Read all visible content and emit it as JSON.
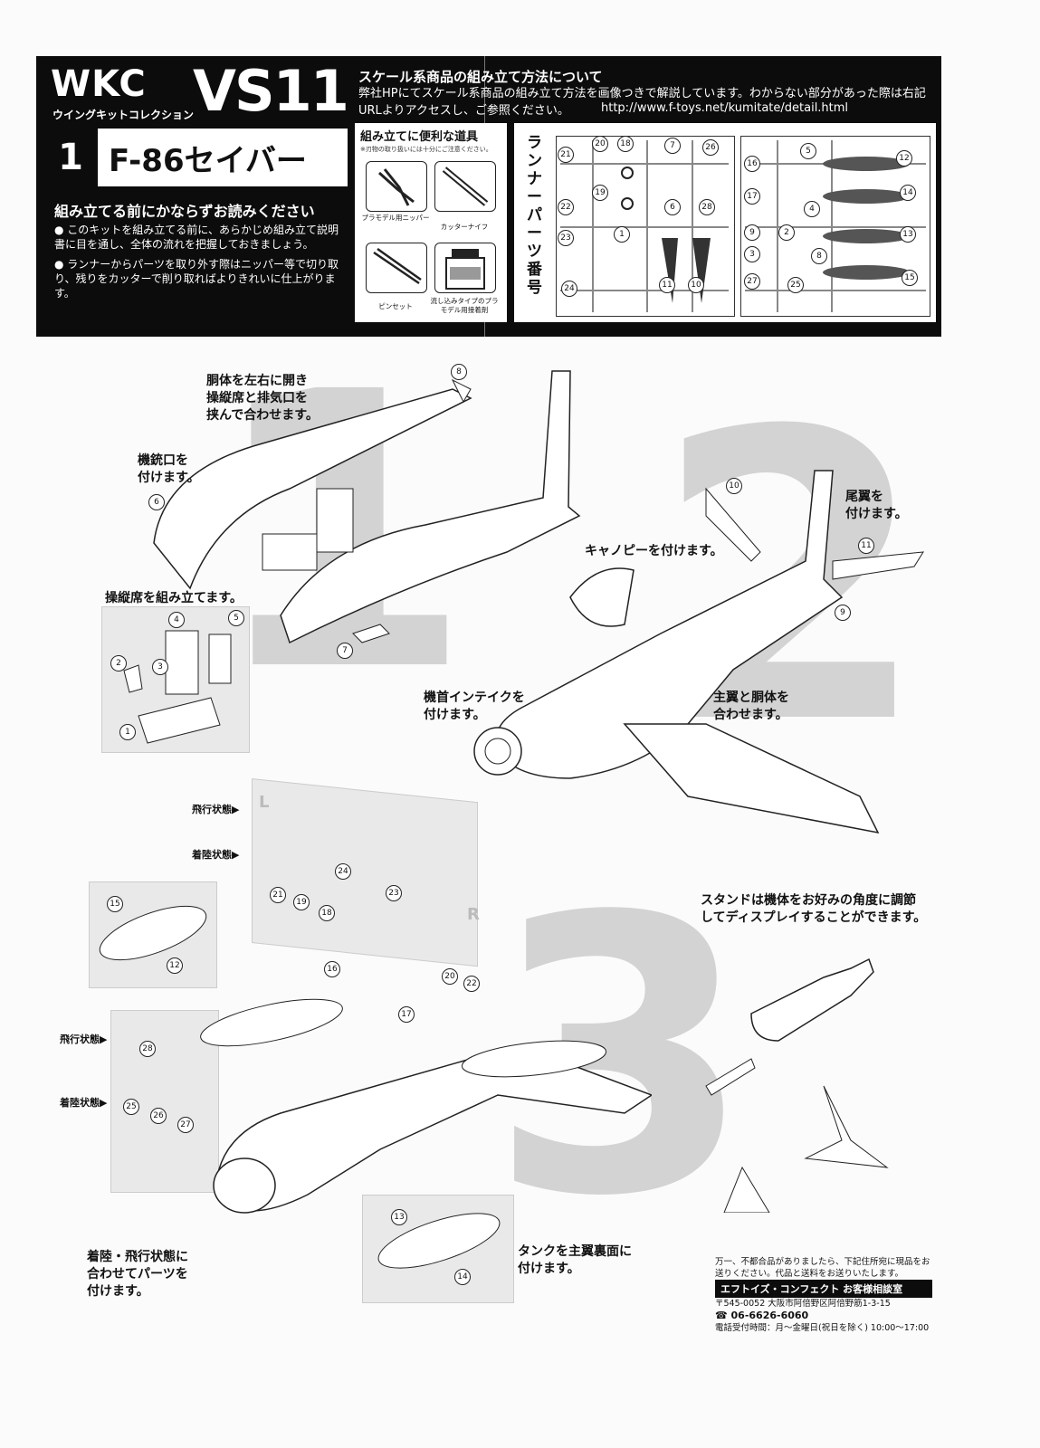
{
  "header": {
    "logo_wkc": "WKC",
    "logo_sub": "ウイングキットコレクション",
    "logo_vs": "VS11",
    "number": "1",
    "product_name": "F-86セイバー",
    "read_first_title": "組み立てる前にかならずお読みください",
    "read_first_items": [
      "このキットを組み立てる前に、あらかじめ組み立て説明書に目を通し、全体の流れを把握しておきましょう。",
      "ランナーからパーツを取り外す際はニッパー等で切り取り、残りをカッターで削り取ればよりきれいに仕上がります。"
    ],
    "scale_title": "スケール系商品の組み立て方法について",
    "scale_text": "弊社HPにてスケール系商品の組み立て方法を画像つきで解説しています。わからない部分があった際は右記URLよりアクセスし、ご参照ください。",
    "url": "http://www.f-toys.net/kumitate/detail.html"
  },
  "tools": {
    "title": "組み立てに便利な道具",
    "note": "※刃物の取り扱いには十分にご注意ください。",
    "items": [
      "プラモデル用ニッパー",
      "カッターナイフ",
      "ピンセット",
      "流し込みタイプのプラモデル用接着剤"
    ]
  },
  "runner": {
    "title": "ランナーパーツ番号",
    "left_parts": [
      "21",
      "20",
      "18",
      "7",
      "26",
      "22",
      "19",
      "6",
      "28",
      "23",
      "1",
      "24",
      "11",
      "10"
    ],
    "right_parts": [
      "16",
      "5",
      "12",
      "17",
      "4",
      "14",
      "9",
      "2",
      "13",
      "3",
      "8",
      "27",
      "25",
      "15"
    ]
  },
  "step1": {
    "number": "1",
    "note_fuselage": "胴体を左右に開き\n操縦席と排気口を\n挟んで合わせます。",
    "note_gun": "機銃口を\n付けます。",
    "note_cockpit": "操縦席を組み立てます。",
    "parts": [
      "8",
      "6",
      "7",
      "4",
      "5",
      "2",
      "3",
      "1"
    ]
  },
  "step2": {
    "number": "2",
    "note_tail": "尾翼を\n付けます。",
    "note_canopy": "キャノピーを付けます。",
    "note_intake": "機首インテイクを\n付けます。",
    "note_wing": "主翼と胴体を\n合わせます。",
    "parts": [
      "10",
      "11",
      "9"
    ]
  },
  "step3": {
    "number": "3",
    "tag_flight": "飛行状態",
    "tag_landing": "着陸状態",
    "note_switch": "着陸・飛行状態に\n合わせてパーツを\n付けます。",
    "note_tank": "タンクを主翼裏面に\n付けます。",
    "note_stand": "スタンドは機体をお好みの角度に調節\nしてディスプレイすることができます。",
    "label_L": "L",
    "label_R": "R",
    "parts": [
      "24",
      "23",
      "21",
      "19",
      "18",
      "16",
      "17",
      "20",
      "22",
      "15",
      "12",
      "28",
      "25",
      "26",
      "27",
      "13",
      "14"
    ]
  },
  "contact": {
    "notice": "万一、不都合品がありましたら、下記住所宛に現品をお送りください。代品と送料をお送りいたします。",
    "company": "エフトイズ・コンフェクト お客様相談室",
    "address": "〒545-0052 大阪市阿倍野区阿倍野筋1-3-15",
    "phone": "☎ 06-6626-6060",
    "hours": "電話受付時間：月～金曜日(祝日を除く) 10:00～17:00"
  }
}
